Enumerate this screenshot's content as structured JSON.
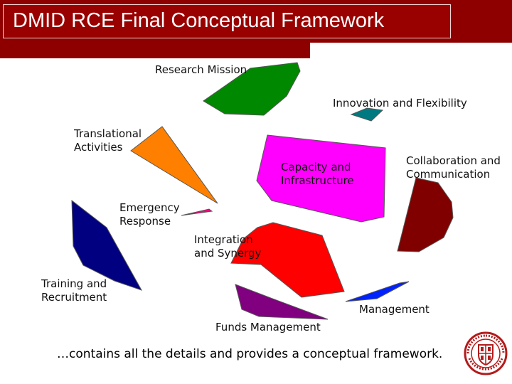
{
  "title": "DMID RCE Final Conceptual Framework",
  "shapes": [
    {
      "id": "research-mission",
      "label": "Research Mission",
      "color": "#008800"
    },
    {
      "id": "innovation-flexibility",
      "label": "Innovation and Flexibility",
      "color": "#007a80"
    },
    {
      "id": "translational-activities",
      "label": "Translational\nActivities",
      "color": "#ff8000"
    },
    {
      "id": "capacity-infrastructure",
      "label": "Capacity and\nInfrastructure",
      "color": "#ff00ff"
    },
    {
      "id": "collaboration-communication",
      "label": "Collaboration and\nCommunication",
      "color": "#800000"
    },
    {
      "id": "emergency-response",
      "label": "Emergency\nResponse",
      "color": "#ff007f"
    },
    {
      "id": "integration-synergy",
      "label": "Integration\nand Synergy",
      "color": "#ff0000"
    },
    {
      "id": "training-recruitment",
      "label": "Training and\nRecruitment",
      "color": "#000080"
    },
    {
      "id": "management",
      "label": "Management",
      "color": "#0022ff"
    },
    {
      "id": "funds-management",
      "label": "Funds Management",
      "color": "#800080"
    }
  ],
  "footer": "…contains all the details and provides a conceptual framework.",
  "seal": {
    "icon": "university-seal-icon",
    "color": "#b31b1b"
  }
}
